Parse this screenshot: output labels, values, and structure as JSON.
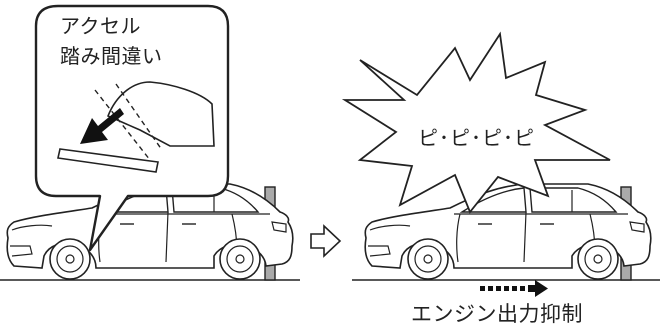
{
  "callout": {
    "line1": "アクセル",
    "line2": "踏み間違い"
  },
  "warning_sound": "ピ･ピ･ピ･ピ",
  "caption": "エンジン出力抑制",
  "colors": {
    "line": "#222222",
    "wall": "#aaaaaa",
    "arrow": "#111111"
  },
  "icons": [
    "warning-burst-icon",
    "right-arrow-icon",
    "accelerator-pedal-icon",
    "foot-icon"
  ]
}
